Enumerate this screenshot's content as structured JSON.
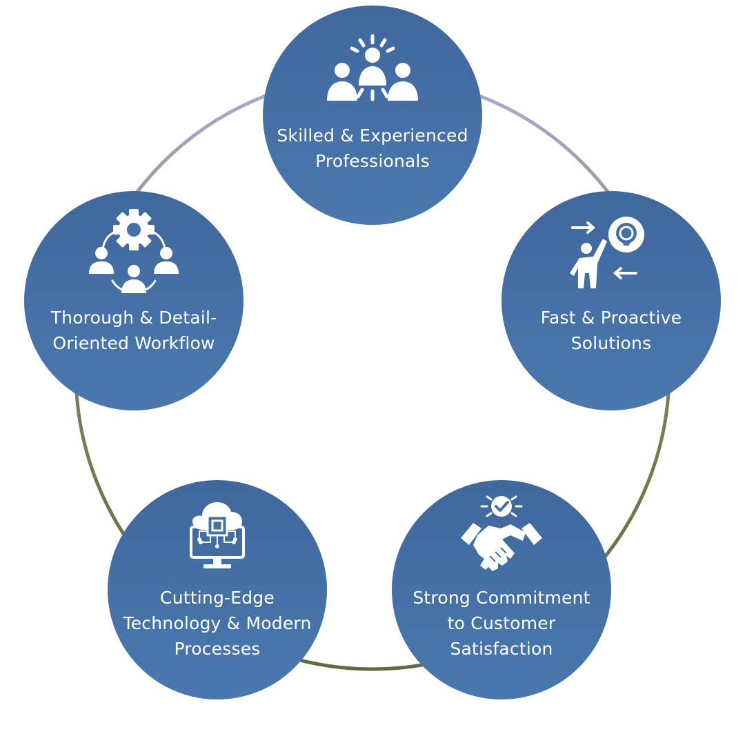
{
  "diagram": {
    "type": "cycle",
    "ring_gradient": [
      "#b3a6d6",
      "#6c7441",
      "#5c6b3d"
    ],
    "node_color": "#4470a5",
    "text_color": "#ffffff",
    "nodes": [
      {
        "label": "Skilled & Experienced\nProfessionals",
        "icon": "team-leader-icon"
      },
      {
        "label": "Fast & Proactive\nSolutions",
        "icon": "idea-person-icon"
      },
      {
        "label": "Strong Commitment\nto Customer\nSatisfaction",
        "icon": "handshake-check-icon"
      },
      {
        "label": "Cutting-Edge\nTechnology & Modern\nProcesses",
        "icon": "cloud-chip-monitor-icon"
      },
      {
        "label": "Thorough & Detail-\nOriented Workflow",
        "icon": "gear-team-icon"
      }
    ]
  }
}
